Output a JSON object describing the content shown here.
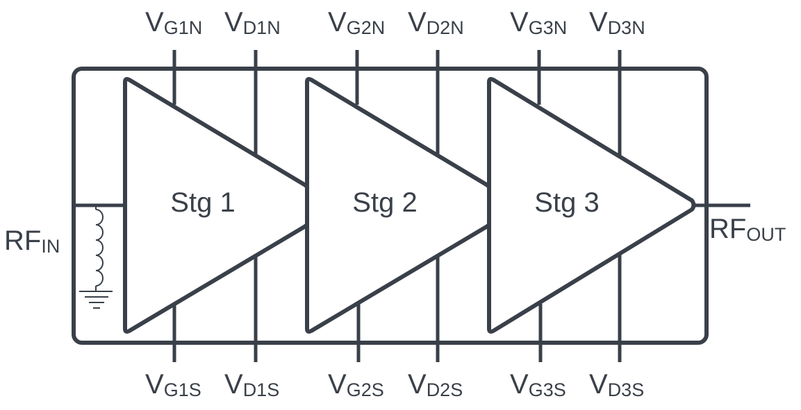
{
  "stages": [
    {
      "label": "Stg 1",
      "gate_north": {
        "main": "V",
        "sub": "G1N"
      },
      "drain_north": {
        "main": "V",
        "sub": "D1N"
      },
      "gate_south": {
        "main": "V",
        "sub": "G1S"
      },
      "drain_south": {
        "main": "V",
        "sub": "D1S"
      }
    },
    {
      "label": "Stg 2",
      "gate_north": {
        "main": "V",
        "sub": "G2N"
      },
      "drain_north": {
        "main": "V",
        "sub": "D2N"
      },
      "gate_south": {
        "main": "V",
        "sub": "G2S"
      },
      "drain_south": {
        "main": "V",
        "sub": "D2S"
      }
    },
    {
      "label": "Stg 3",
      "gate_north": {
        "main": "V",
        "sub": "G3N"
      },
      "drain_north": {
        "main": "V",
        "sub": "D3N"
      },
      "gate_south": {
        "main": "V",
        "sub": "G3S"
      },
      "drain_south": {
        "main": "V",
        "sub": "D3S"
      }
    }
  ],
  "rf_in": {
    "main": "RF",
    "sub": "IN"
  },
  "rf_out": {
    "main": "RF",
    "sub": "OUT"
  }
}
